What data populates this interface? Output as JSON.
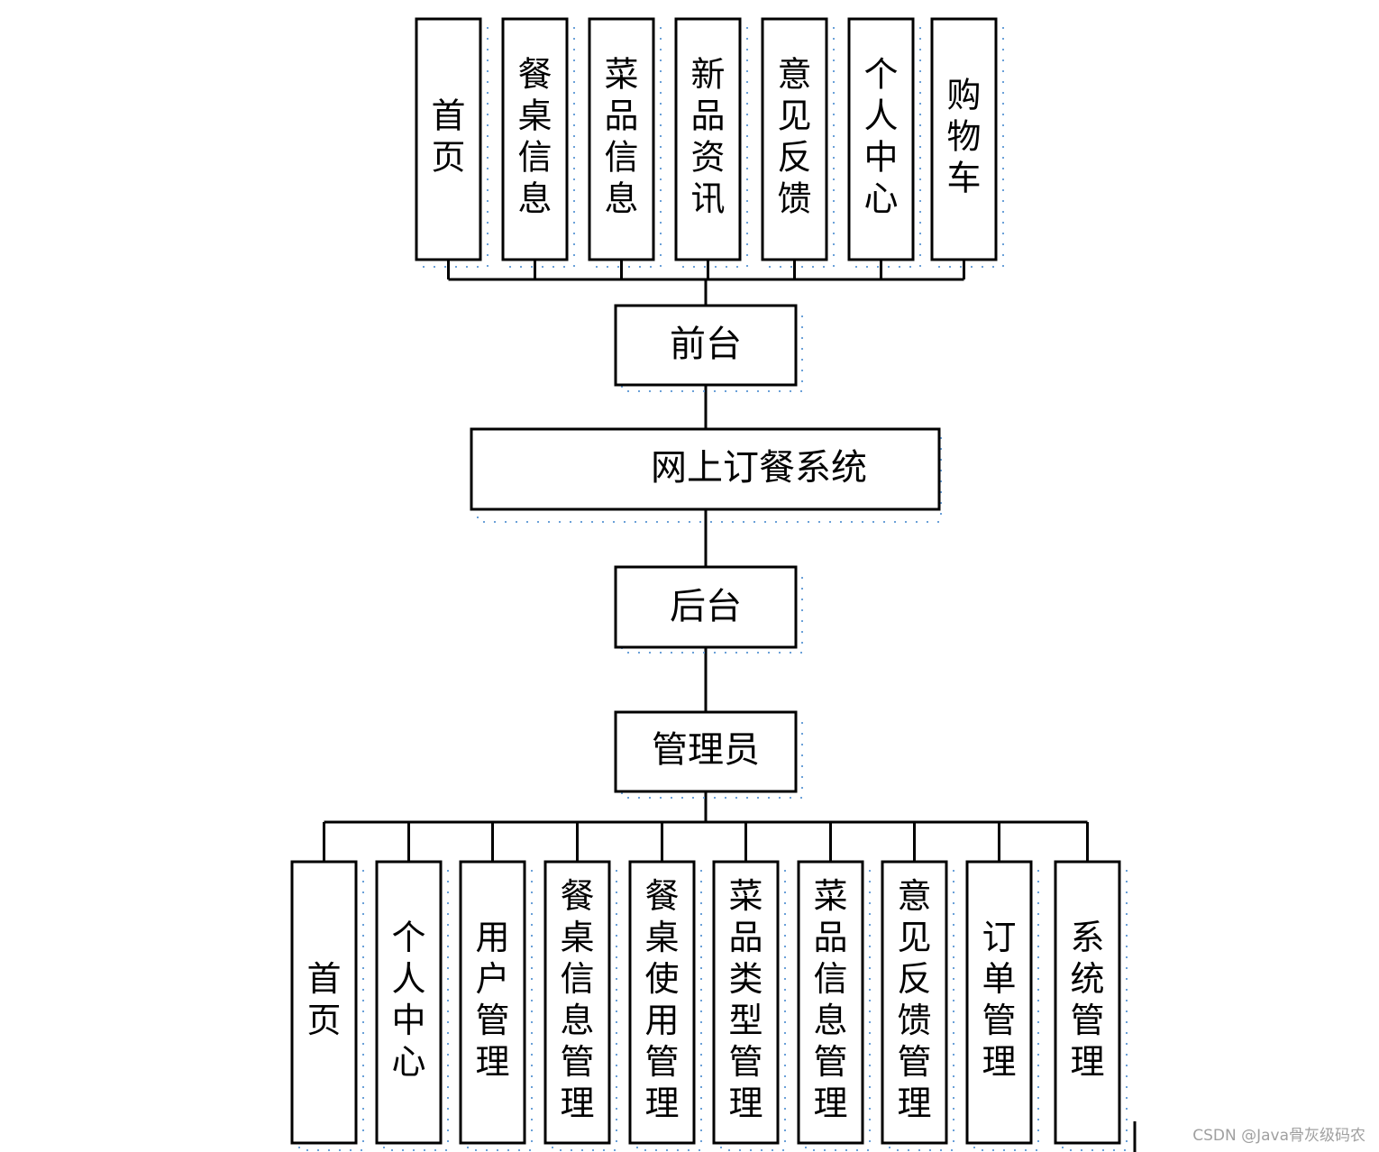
{
  "diagram": {
    "root": "网上订餐系统",
    "front": {
      "label": "前台",
      "modules": [
        "首页",
        "餐桌信息",
        "菜品信息",
        "新品资讯",
        "意见反馈",
        "个人中心",
        "购物车"
      ]
    },
    "back": {
      "label": "后台",
      "role": "管理员",
      "modules": [
        "首页",
        "个人中心",
        "用户管理",
        "餐桌信息管理",
        "餐桌使用管理",
        "菜品类型管理",
        "菜品信息管理",
        "意见反馈管理",
        "订单管理",
        "系统管理"
      ]
    }
  },
  "watermark": "CSDN @Java骨灰级码农"
}
